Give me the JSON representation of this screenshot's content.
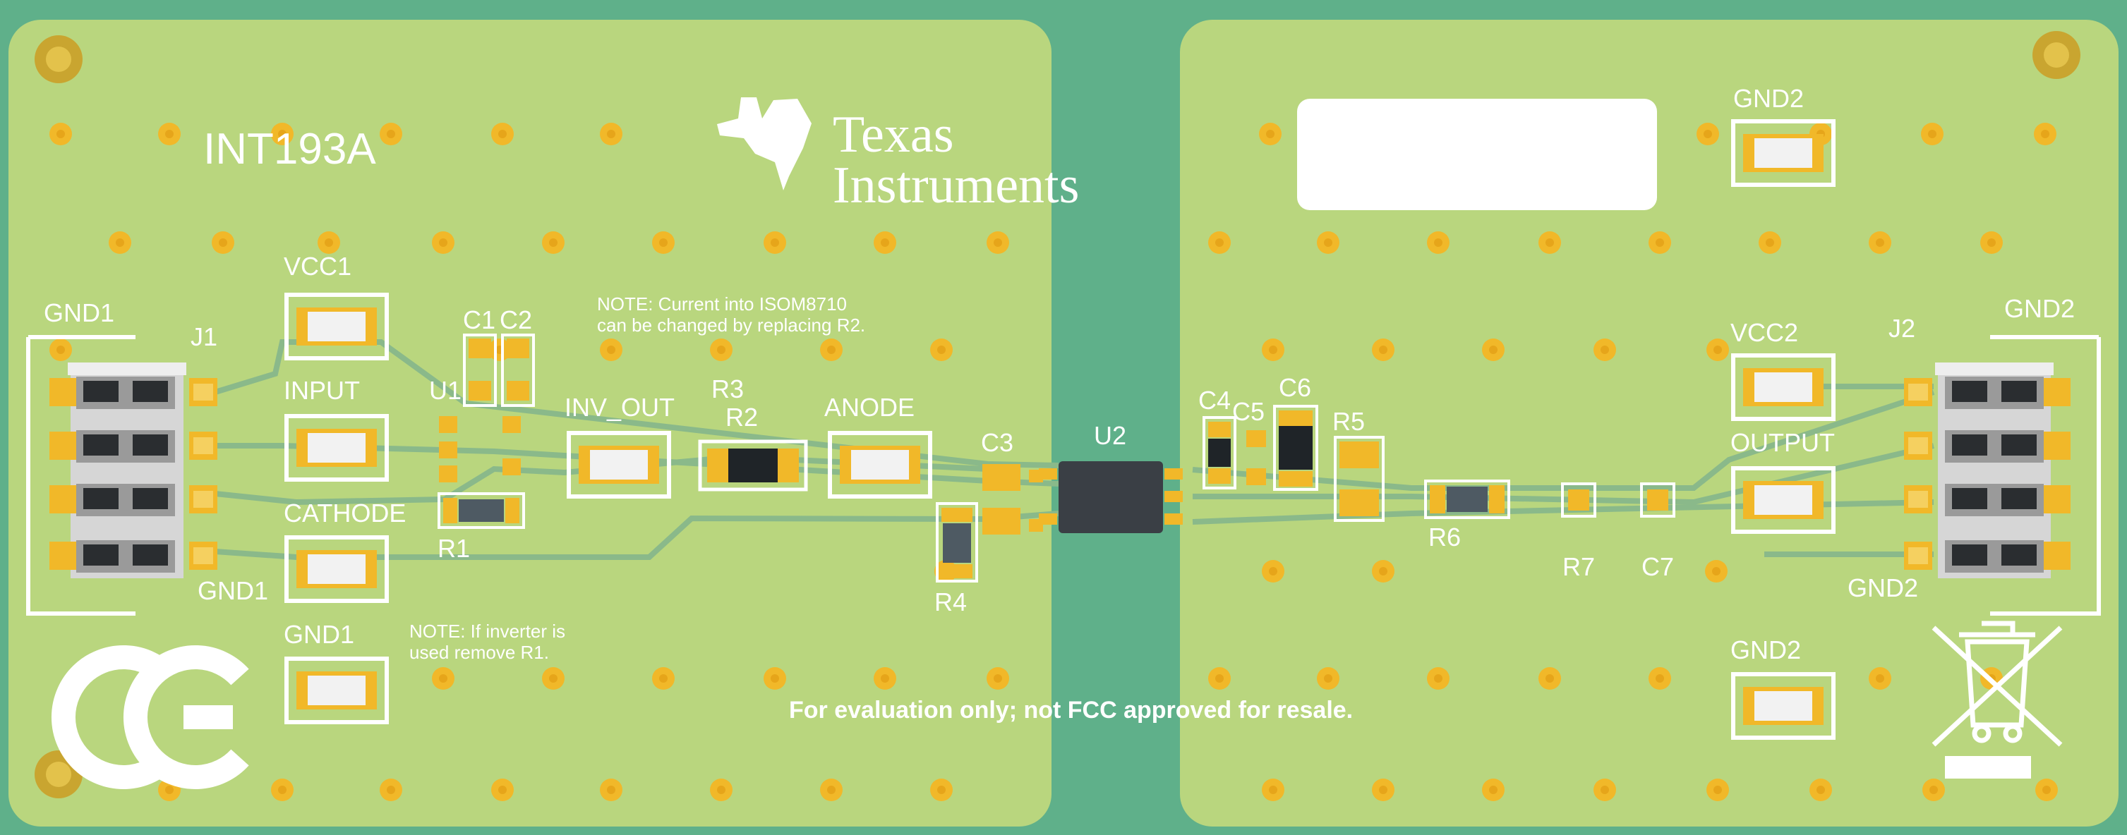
{
  "board": {
    "title": "INT193A",
    "brand_line1": "Texas",
    "brand_line2": "Instruments",
    "disclaimer": "For evaluation only; not FCC approved for resale.",
    "note_r2_line1": "NOTE: Current into ISOM8710",
    "note_r2_line2": "can be changed by replacing R2.",
    "note_r1_line1": "NOTE: If inverter is",
    "note_r1_line2": "used remove R1.",
    "ce_mark": "CE",
    "icons": [
      "ti-logo-icon",
      "ce-mark-icon",
      "weee-bin-icon",
      "mounting-hole-icon"
    ]
  },
  "testpoints": {
    "vcc1": "VCC1",
    "input": "INPUT",
    "cathode": "CATHODE",
    "gnd1_left": "GND1",
    "inv_out": "INV_OUT",
    "anode": "ANODE",
    "gnd2_top": "GND2",
    "vcc2": "VCC2",
    "output": "OUTPUT",
    "gnd2_bottom": "GND2"
  },
  "connectors": {
    "j1": "J1",
    "j2": "J2",
    "gnd1_top": "GND1",
    "gnd1_bottom": "GND1",
    "gnd2_top": "GND2",
    "gnd2_bottom": "GND2"
  },
  "components": {
    "c1": "C1",
    "c2": "C2",
    "u1": "U1",
    "r1": "R1",
    "r3": "R3",
    "r2": "R2",
    "c3": "C3",
    "r4": "R4",
    "u2": "U2",
    "c4": "C4",
    "c5": "C5",
    "c6": "C6",
    "r5": "R5",
    "r6": "R6",
    "r7": "R7",
    "c7": "C7"
  },
  "colors": {
    "gap": "#5fb08a",
    "board": "#b9d67e",
    "pad": "#f1b829",
    "trace": "#8ab98a",
    "silk": "#ffffff"
  }
}
